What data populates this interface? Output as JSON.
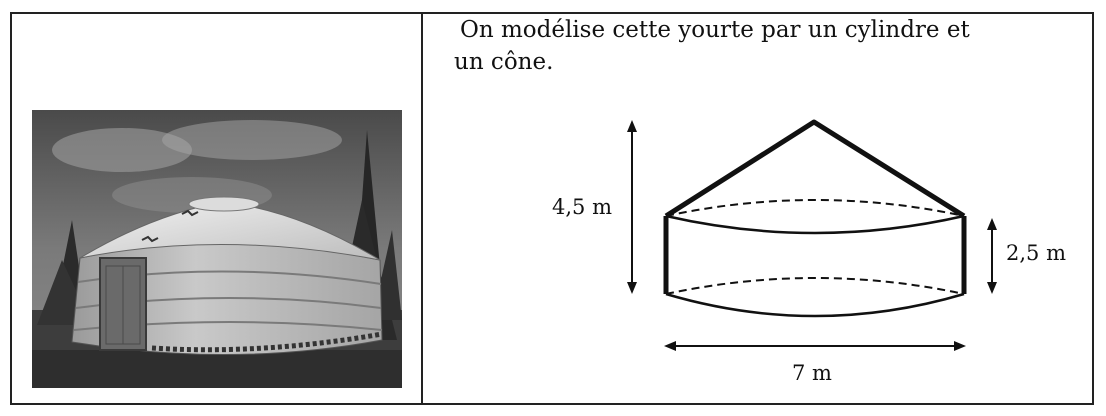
{
  "intro": {
    "line1": "On modélise cette yourte par un cylindre et",
    "line2": "un cône."
  },
  "diagram": {
    "total_height": "4,5 m",
    "cylinder_height": "2,5 m",
    "diameter": "7 m"
  }
}
